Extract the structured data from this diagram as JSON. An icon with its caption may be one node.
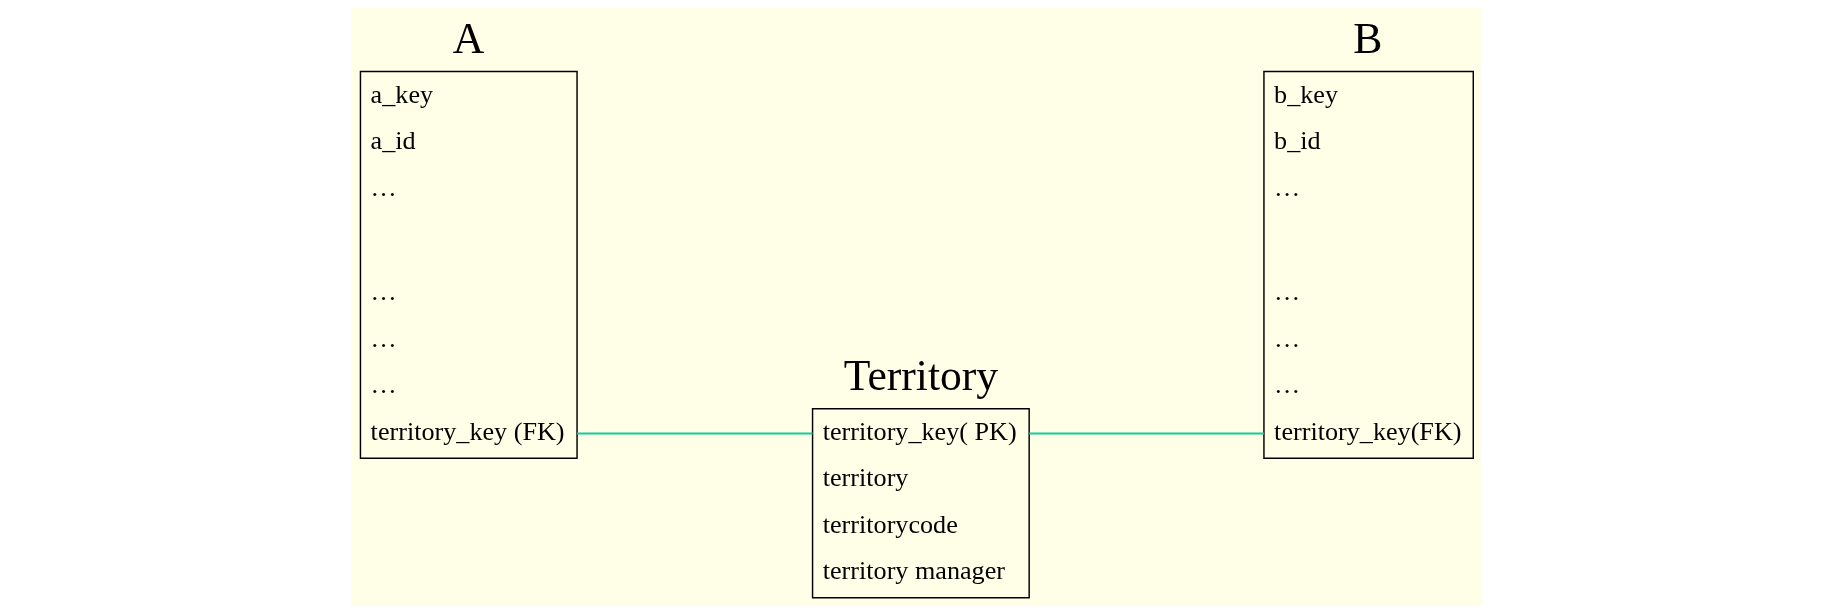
{
  "diagram": {
    "nodes": [
      {
        "text": [
          "A",
          "a_key",
          "a_id",
          "…",
          "…",
          "…",
          "…",
          "territory_key (FK)"
        ]
      },
      {
        "text": [
          "Territory",
          "territory_key( PK)",
          "territory",
          "territorycode",
          "territory manager"
        ]
      },
      {
        "text": [
          "B",
          "b_key",
          "b_id",
          "…",
          "…",
          "…",
          "…",
          "territory_key(FK)"
        ]
      }
    ],
    "edges": [
      {
        "from": 0,
        "to": 1,
        "arrow": "none"
      },
      {
        "from": 1,
        "to": 2,
        "arrow": "none"
      }
    ]
  }
}
